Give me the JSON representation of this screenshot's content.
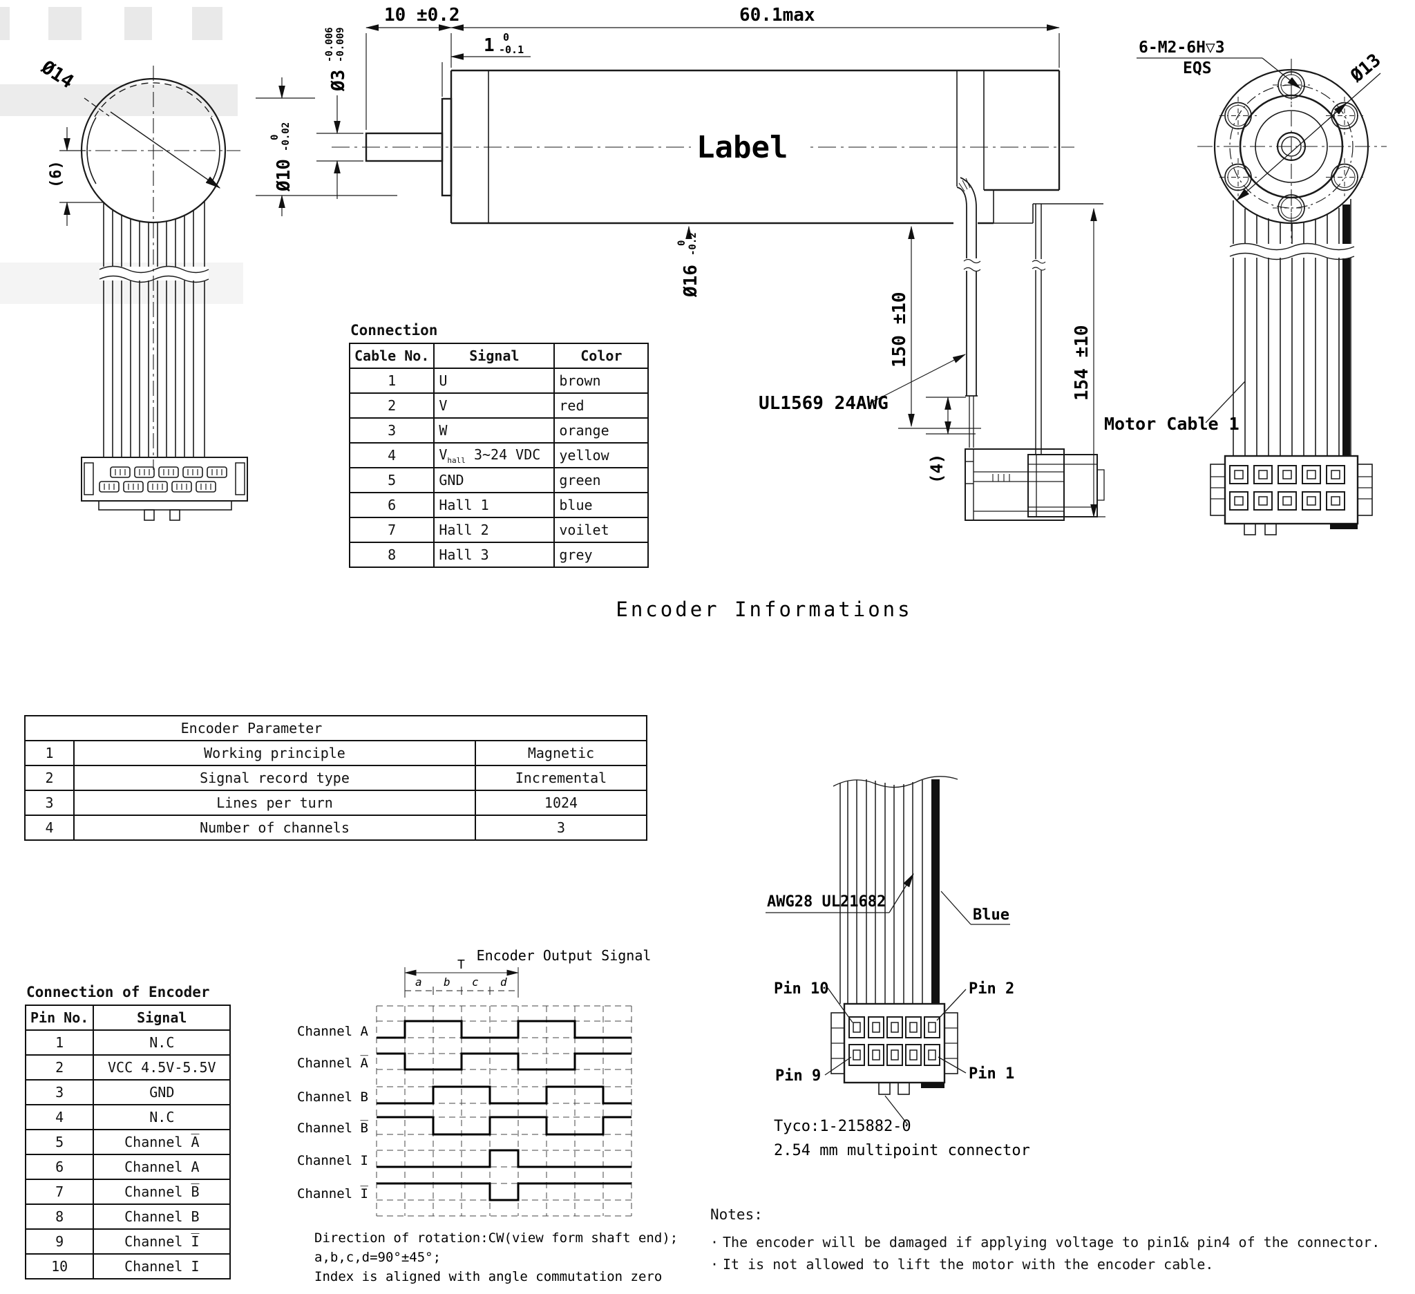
{
  "titles": {
    "encoder_info": "Encoder Informations"
  },
  "left_view": {
    "dia_label": "Ø14",
    "height_label": "(6)"
  },
  "middle_view": {
    "label_text": "Label",
    "dim_shaft_len": "10 ±0.2",
    "dim_body_len": "60.1max",
    "dim_plate": {
      "main": "1",
      "tol_top": "0",
      "tol_bot": "-0.1"
    },
    "dim_shaft_dia": {
      "main": "Ø3",
      "tol_top": "-0.006",
      "tol_bot": "-0.009"
    },
    "dim_hub_dia": {
      "main": "Ø10",
      "tol_top": "0",
      "tol_bot": "-0.02"
    },
    "dim_body_dia": {
      "main": "Ø16",
      "tol_top": "0",
      "tol_bot": "-0.2"
    },
    "dim_cable_len": "150 ±10",
    "dim_total_len": "154 ±10",
    "dim_stub": "(4)",
    "cable_label": "UL1569 24AWG"
  },
  "right_view": {
    "bolt_note1": "6-M2-6H▽3",
    "bolt_note2": "EQS",
    "dia_label": "Ø13",
    "cable_label": "Motor Cable 1"
  },
  "connection_table": {
    "title": "Connection",
    "headers": [
      "Cable No.",
      "Signal",
      "Color"
    ],
    "rows": [
      [
        "1",
        "U",
        "brown"
      ],
      [
        "2",
        "V",
        "red"
      ],
      [
        "3",
        "W",
        "orange"
      ],
      [
        "4",
        {
          "pre": "V",
          "sub": "hall",
          "post": " 3~24 VDC"
        },
        "yellow"
      ],
      [
        "5",
        "GND",
        "green"
      ],
      [
        "6",
        "Hall 1",
        "blue"
      ],
      [
        "7",
        "Hall 2",
        "voilet"
      ],
      [
        "8",
        "Hall 3",
        "grey"
      ]
    ]
  },
  "encoder_param_table": {
    "title": "Encoder Parameter",
    "rows": [
      [
        "1",
        "Working principle",
        "Magnetic"
      ],
      [
        "2",
        "Signal record type",
        "Incremental"
      ],
      [
        "3",
        "Lines per turn",
        "1024"
      ],
      [
        "4",
        "Number of channels",
        "3"
      ]
    ]
  },
  "encoder_conn_table": {
    "title": "Connection of Encoder",
    "headers": [
      "Pin No.",
      "Signal"
    ],
    "rows": [
      [
        "1",
        "N.C"
      ],
      [
        "2",
        "VCC 4.5V-5.5V"
      ],
      [
        "3",
        "GND"
      ],
      [
        "4",
        "N.C"
      ],
      [
        "5",
        "Channel A̅"
      ],
      [
        "6",
        "Channel A"
      ],
      [
        "7",
        "Channel B̅"
      ],
      [
        "8",
        "Channel B"
      ],
      [
        "9",
        "Channel I̅"
      ],
      [
        "10",
        "Channel I"
      ]
    ]
  },
  "waveform": {
    "title": "Encoder Output Signal",
    "period_label": "T",
    "segment_labels": [
      "a",
      "b",
      "c",
      "d"
    ],
    "channels": [
      {
        "label": "Channel A",
        "highs": [
          [
            1,
            3
          ],
          [
            5,
            7
          ]
        ]
      },
      {
        "label": "Channel A̅",
        "highs": [
          [
            0,
            1
          ],
          [
            3,
            5
          ],
          [
            7,
            9
          ]
        ]
      },
      {
        "label": "Channel B",
        "highs": [
          [
            2,
            4
          ],
          [
            6,
            8
          ]
        ]
      },
      {
        "label": "Channel B̅",
        "highs": [
          [
            0,
            2
          ],
          [
            4,
            6
          ],
          [
            8,
            9
          ]
        ]
      },
      {
        "label": "Channel I",
        "highs": [
          [
            4,
            5
          ]
        ]
      },
      {
        "label": "Channel I̅",
        "highs": [
          [
            0,
            4
          ],
          [
            5,
            9
          ]
        ]
      }
    ],
    "notes": [
      "Direction of rotation:CW(view form shaft end);",
      "a,b,c,d=90°±45°;",
      "Index is aligned with angle commutation zero"
    ]
  },
  "encoder_cable": {
    "wire_label": "AWG28 UL21682",
    "stripe_label": "Blue",
    "pin_labels": {
      "top_left": "Pin 10",
      "top_right": "Pin 2",
      "bottom_left": "Pin 9",
      "bottom_right": "Pin 1"
    },
    "connector_part": "Tyco:1-215882-0",
    "connector_desc": "2.54 mm multipoint connector"
  },
  "notes": {
    "title": "Notes:",
    "bullet": "·",
    "items": [
      "The encoder will be damaged if applying voltage to pin1& pin4 of the connector.",
      "It is not allowed to lift the motor with the encoder cable."
    ]
  }
}
